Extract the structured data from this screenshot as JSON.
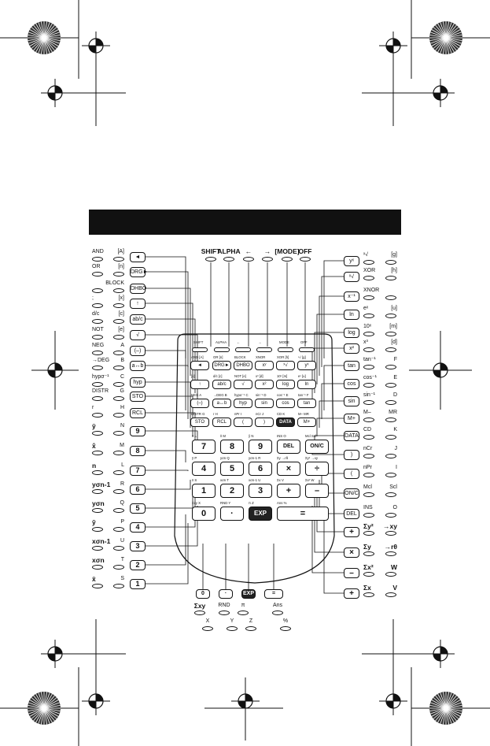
{
  "top_labels": [
    "SHIFT",
    "ALPHA",
    "←",
    "→",
    "[MODE]",
    "OFF"
  ],
  "left_column": [
    {
      "f": "AND",
      "a": "[A]",
      "key": "◄"
    },
    {
      "f": "OR",
      "a": "[n]",
      "key": "DRG►"
    },
    {
      "f": "",
      "a": "BLOCK",
      "key": "DHBO"
    },
    {
      "f": ";",
      "a": "[x]",
      "key": "↑"
    },
    {
      "f": "d/c",
      "a": "[c]",
      "key": "ab/c"
    },
    {
      "f": "NOT",
      "a": "[e]",
      "key": "√"
    },
    {
      "f": "NEG",
      "a": "A",
      "key": "(–)"
    },
    {
      "f": "→DEG",
      "a": "B",
      "key": "a↔b"
    },
    {
      "f": "hypσ⁻¹",
      "a": "C",
      "key": "hyp"
    },
    {
      "f": "DISTR",
      "a": "G",
      "key": "STO"
    },
    {
      "f": "r",
      "a": "H",
      "key": "RCL"
    },
    {
      "f": "ŷ",
      "a": "N",
      "key": "9"
    },
    {
      "f": "x̂",
      "a": "M",
      "key": "8"
    },
    {
      "f": "n",
      "a": "L",
      "key": "7"
    },
    {
      "f": "yσn-1",
      "a": "R",
      "key": "6"
    },
    {
      "f": "yσn",
      "a": "Q",
      "key": "5"
    },
    {
      "f": "ȳ",
      "a": "P",
      "key": "4"
    },
    {
      "f": "xσn-1",
      "a": "U",
      "key": "3"
    },
    {
      "f": "xσn",
      "a": "T",
      "key": "2"
    },
    {
      "f": "x̄",
      "a": "S",
      "key": "1"
    }
  ],
  "right_column": [
    {
      "key": "yˣ",
      "f": "ˣ√",
      "a": "[g]"
    },
    {
      "key": "ˣ√",
      "f": "XOR",
      "a": "[h]"
    },
    {
      "key": "x⁻¹",
      "f": "XNOR",
      "a": ""
    },
    {
      "key": "ln",
      "f": "eˣ",
      "a": "[u]"
    },
    {
      "key": "log",
      "f": "10ˣ",
      "a": "[m]"
    },
    {
      "key": "x²",
      "f": "x³",
      "a": "[d]"
    },
    {
      "key": "tan",
      "f": "tan⁻¹",
      "a": "F"
    },
    {
      "key": "cos",
      "f": "cos⁻¹",
      "a": "E"
    },
    {
      "key": "sin",
      "f": "sin⁻¹",
      "a": "D"
    },
    {
      "key": "M+",
      "f": "M–",
      "a": "MR"
    },
    {
      "key": "DATA",
      "f": "CD",
      "a": "K"
    },
    {
      "key": ")",
      "f": "nCr",
      "a": "J"
    },
    {
      "key": "(",
      "f": "nPr",
      "a": "I"
    },
    {
      "key": "ON/C",
      "f": "Mcl",
      "a": "Scl"
    },
    {
      "key": "DEL",
      "f": "INS",
      "a": "O"
    },
    {
      "key": "+",
      "f": "Σy²",
      "a": "→xy"
    },
    {
      "key": "×",
      "f": "Σy",
      "a": "→rθ"
    },
    {
      "key": "–",
      "f": "Σx²",
      "a": "W"
    },
    {
      "key": "+",
      "f": "Σx",
      "a": "V"
    }
  ],
  "bottom_keys": [
    "0",
    "·",
    "EXP",
    "="
  ],
  "bottom_labels": [
    {
      "f": "Σxy",
      "a": "X"
    },
    {
      "f": "RND",
      "a": "Y"
    },
    {
      "f": "π",
      "a": "Z"
    },
    {
      "f": "Ans",
      "a": "%"
    }
  ],
  "calc": {
    "row0": {
      "labels": [
        "SHIFT",
        "ALPHA",
        "←",
        "→",
        "MODE",
        "OFF"
      ]
    },
    "row1": {
      "keys": [
        "◄",
        "DRG►",
        "DHBO",
        "xʸ",
        "ˣ√",
        "yˣ"
      ],
      "labels": [
        "AND [A]",
        "OR [n]",
        "BLOCK",
        "XNOR",
        "XOR [h]",
        "ˣ√ [g]"
      ]
    },
    "row2": {
      "keys": [
        "↑",
        "ab/c",
        "√",
        "x²",
        "log",
        "ln"
      ],
      "labels": [
        "[x]",
        "d/c [c]",
        "NOT [e]",
        "x³ [d]",
        "10ˣ [m]",
        "eˣ [u]"
      ]
    },
    "row3": {
      "keys": [
        "(–)",
        "a↔b",
        "hyp",
        "sin",
        "cos",
        "tan"
      ],
      "labels": [
        "NEG A",
        "→DEG B",
        "hypσ⁻¹ C",
        "sin⁻¹ D",
        "cos⁻¹ E",
        "tan⁻¹ F"
      ]
    },
    "row4": {
      "keys": [
        "STO",
        "RCL",
        "(",
        ")",
        "DATA",
        "M+"
      ],
      "labels": [
        "DISTR G",
        "r H",
        "nPr I",
        "nCr J",
        "CD K",
        "M– MR"
      ]
    },
    "row5": {
      "keys": [
        "7",
        "8",
        "9",
        "DEL",
        "ON/C"
      ],
      "labels": [
        "n L",
        "x̂ M",
        "ŷ N",
        "INS O",
        "Mcl Scl"
      ]
    },
    "row6": {
      "keys": [
        "4",
        "5",
        "6",
        "×",
        "÷"
      ],
      "labels": [
        "ȳ P",
        "yσn Q",
        "yσn-1 R",
        "Σy →rθ",
        "Σy² →xy"
      ]
    },
    "row7": {
      "keys": [
        "1",
        "2",
        "3",
        "+",
        "–"
      ],
      "labels": [
        "x̄ S",
        "xσn T",
        "xσn-1 U",
        "Σx V",
        "Σx² W"
      ]
    },
    "row8": {
      "keys": [
        "0",
        "·",
        "EXP",
        "="
      ],
      "labels": [
        "Σxy X",
        "RND Y",
        "π Z",
        "Ans %"
      ]
    }
  }
}
